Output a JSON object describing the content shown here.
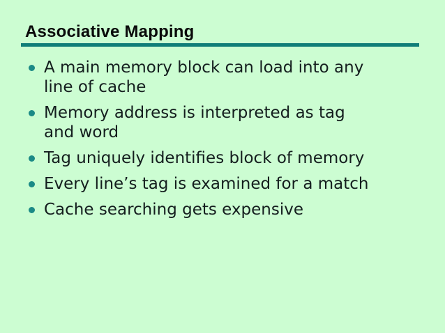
{
  "slide": {
    "title": "Associative Mapping",
    "bullets": [
      "A main memory block can load into any line of cache",
      "Memory address is interpreted as tag and word",
      "Tag uniquely identifies block of memory",
      "Every line’s tag is examined for a match",
      "Cache searching gets expensive"
    ],
    "colors": {
      "background": "#ccfdd2",
      "title_text": "#0a0a0a",
      "rule": "#0f7d78",
      "bullet": "#1b8a86",
      "body_text": "#141e1e"
    }
  }
}
